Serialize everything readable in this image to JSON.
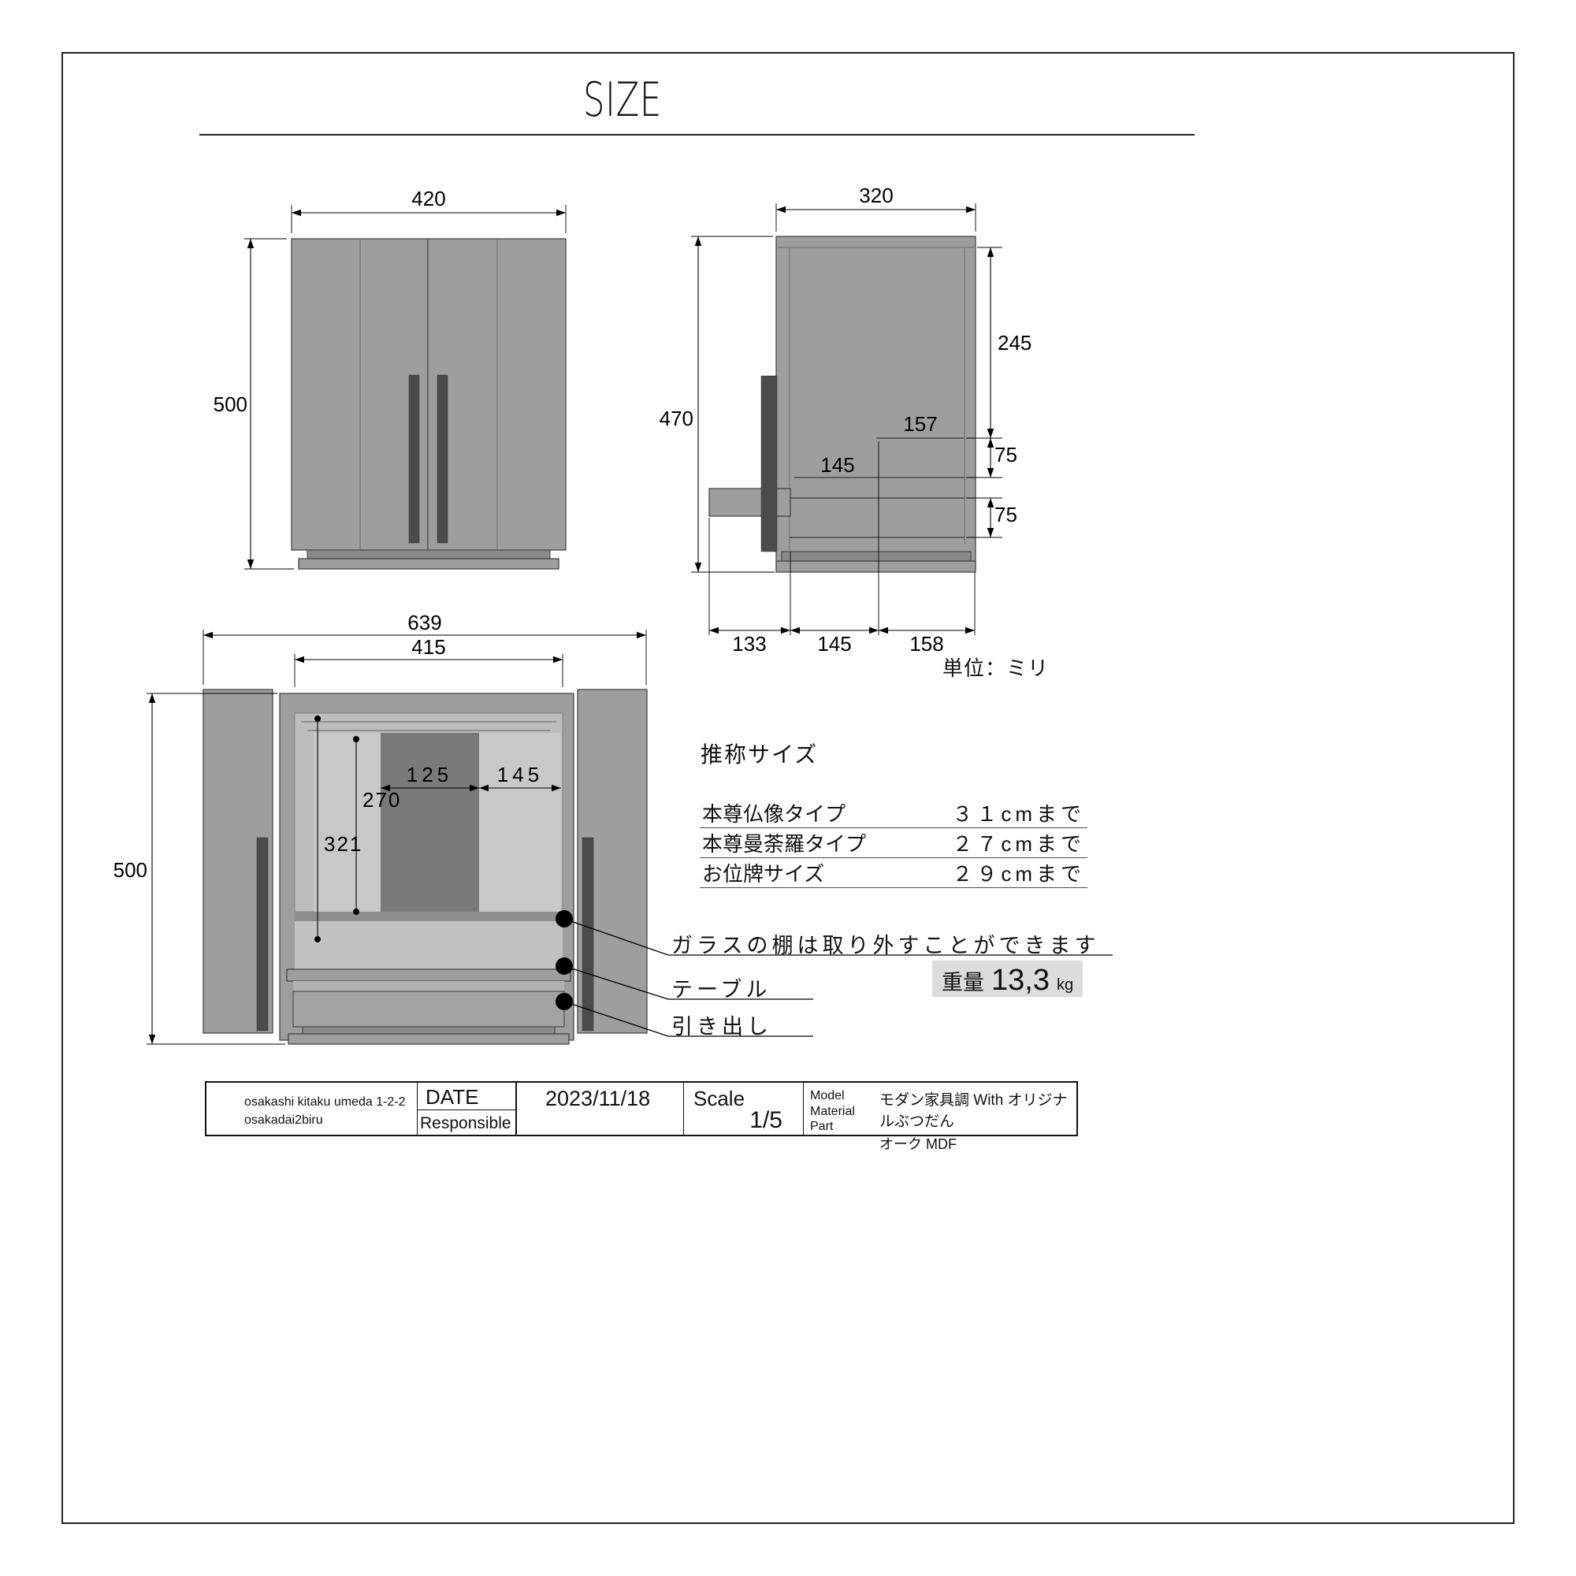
{
  "title": "SIZE",
  "unit_note": "単位：ミリ",
  "front_view": {
    "width": "420",
    "height": "500"
  },
  "side_view": {
    "width": "320",
    "height": "470",
    "upper_height": "245",
    "shelf_depth": "157",
    "shelf_gap": "75",
    "table_depth": "145",
    "lower_gap": "75",
    "bottom_front": "133",
    "bottom_mid": "145",
    "bottom_back": "158"
  },
  "open_view": {
    "outer_width": "639",
    "inner_width": "415",
    "height": "500",
    "center_width": "125",
    "right_width": "145",
    "upper_height": "270",
    "inner_height": "321"
  },
  "recommended": {
    "heading": "推称サイズ",
    "rows": [
      {
        "label": "本尊仏像タイプ",
        "value": "３１cmまで"
      },
      {
        "label": "本尊曼荼羅タイプ",
        "value": "２７cmまで"
      },
      {
        "label": "お位牌サイズ",
        "value": "２９cmまで"
      }
    ]
  },
  "callouts": {
    "glass_shelf": "ガラスの棚は取り外すことができます",
    "table": "テーブル",
    "drawer": "引き出し"
  },
  "weight": {
    "label": "重量",
    "value": "13,3",
    "unit": "kg"
  },
  "title_block": {
    "address_line1": "osakashi kitaku umeda 1-2-2",
    "address_line2": "osakadai2biru",
    "date_label": "DATE",
    "responsible_label": "Responsible",
    "date_value": "2023/11/18",
    "scale_label": "Scale",
    "scale_value": "1/5",
    "model_label": "Model",
    "material_label": "Material",
    "part_label": "Part",
    "model_value": "モダン家具調 With オリジナルぶつだん",
    "material_value": "オーク MDF"
  },
  "colors": {
    "cabinet_gray": "#9e9e9e",
    "cabinet_dark": "#7a7a7a",
    "cabinet_light": "#c6c6c6",
    "handle_dark": "#4b4b4b",
    "weight_badge_bg": "#dcdcdc",
    "line_black": "#000000"
  }
}
